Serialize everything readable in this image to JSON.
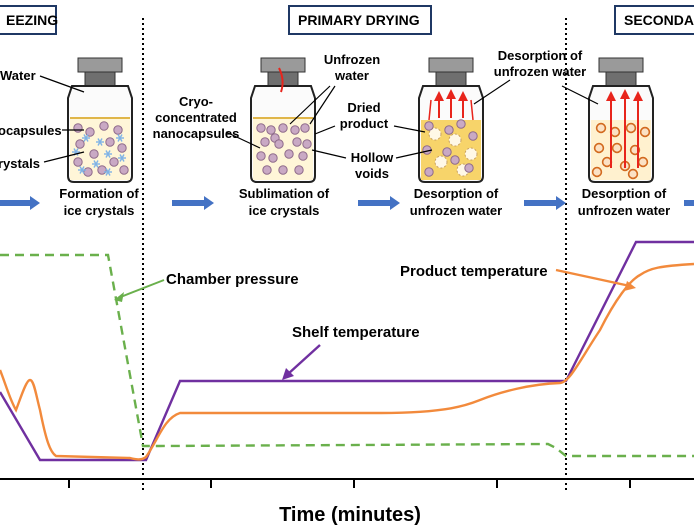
{
  "stages": {
    "freezing": "EEZING",
    "primary_drying": "PRIMARY DRYING",
    "secondary_drying": "SECONDA"
  },
  "vial_labels": {
    "water": "Water",
    "nanocapsules": "ocapsules",
    "ice_crystals": "rystals",
    "cryo_line1": "Cryo-",
    "cryo_line2": "concentrated",
    "cryo_line3": "nanocapsules",
    "unfrozen_line1": "Unfrozen",
    "unfrozen_line2": "water",
    "dried_line1": "Dried",
    "dried_line2": "product",
    "hollow_line1": "Hollow",
    "hollow_line2": "voids",
    "desorption_top_line1": "Desorption of",
    "desorption_top_line2": "unfrozen water"
  },
  "captions": [
    {
      "line1": "Formation of",
      "line2": "ice crystals"
    },
    {
      "line1": "Sublimation of",
      "line2": "ice crystals"
    },
    {
      "line1": "Desorption of",
      "line2": "unfrozen water"
    },
    {
      "line1": "Desorption of",
      "line2": "unfrozen water"
    }
  ],
  "graph": {
    "chamber_pressure": "Chamber pressure",
    "shelf_temperature": "Shelf temperature",
    "product_temperature": "Product temperature",
    "x_axis_label": "Time (minutes)"
  },
  "colors": {
    "shelf": "#7030a0",
    "product": "#f28a3c",
    "pressure": "#6ab04c",
    "arrow": "#4472c4",
    "sublimation_arrow": "#e8251c",
    "ice": "#7fb3e6",
    "capsule": "#c9a9c4",
    "dried": "#f5c76b"
  }
}
